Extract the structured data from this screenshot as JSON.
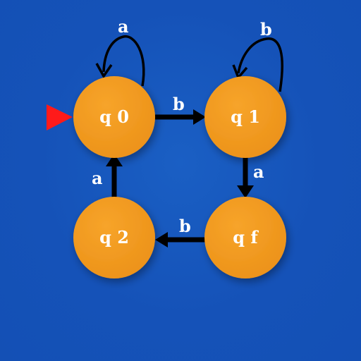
{
  "diagram": {
    "states": [
      {
        "id": "q0",
        "label": "q 0",
        "initial": true
      },
      {
        "id": "q1",
        "label": "q 1"
      },
      {
        "id": "q2",
        "label": "q 2"
      },
      {
        "id": "qf",
        "label": "q f"
      }
    ],
    "transitions": [
      {
        "from": "q0",
        "to": "q0",
        "symbol": "a"
      },
      {
        "from": "q1",
        "to": "q1",
        "symbol": "b"
      },
      {
        "from": "q0",
        "to": "q1",
        "symbol": "b"
      },
      {
        "from": "q1",
        "to": "qf",
        "symbol": "a"
      },
      {
        "from": "qf",
        "to": "q2",
        "symbol": "b"
      },
      {
        "from": "q2",
        "to": "q0",
        "symbol": "a"
      }
    ],
    "colors": {
      "state_fill": "#f29b21",
      "initial_marker": "#ff1a1a",
      "edge": "#000000",
      "label": "#ffffff"
    }
  }
}
